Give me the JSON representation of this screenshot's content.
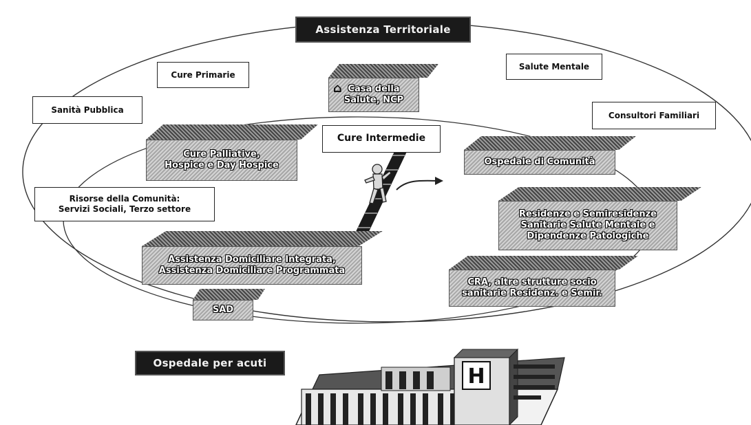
{
  "diagram": {
    "title": "Assistenza Territoriale",
    "outer_labels": {
      "cure_primarie": "Cure Primarie",
      "salute_mentale": "Salute Mentale",
      "sanita_pubblica": "Sanità Pubblica",
      "consultori": "Consultori Familiari",
      "risorse_line1": "Risorse della  Comunità:",
      "risorse_line2": "Servizi Sociali, Terzo settore"
    },
    "inner_title": "Cure Intermedie",
    "buildings": {
      "casa_line1": "Casa della",
      "casa_line2": "Salute, NCP",
      "palliative_line1": "Cure Palliative,",
      "palliative_line2": "Hospice e Day Hospice",
      "ospedale_comunita": "Ospedale di Comunità",
      "residenze_line1": "Residenze e Semiresidenze",
      "residenze_line2": "Sanitarie Salute Mentale e",
      "residenze_line3": "Dipendenze Patologiche",
      "adi_line1": "Assistenza Domiciliare Integrata,",
      "adi_line2": "Assistenza Domiciliare Programmata",
      "cra_line1": "CRA, altre strutture socio",
      "cra_line2": "sanitarie Residenz. e Semir.",
      "sad": "SAD"
    },
    "hospital_label": "Ospedale per acuti",
    "hospital_sign": "H"
  },
  "colors": {
    "dark_label_bg": "#1a1a1a",
    "dark_label_text": "#f2f2f2",
    "line": "#333333"
  },
  "icons": [
    "house-icon",
    "person-walking-icon",
    "staircase-icon",
    "arrow-icon",
    "hospital-building-icon"
  ]
}
